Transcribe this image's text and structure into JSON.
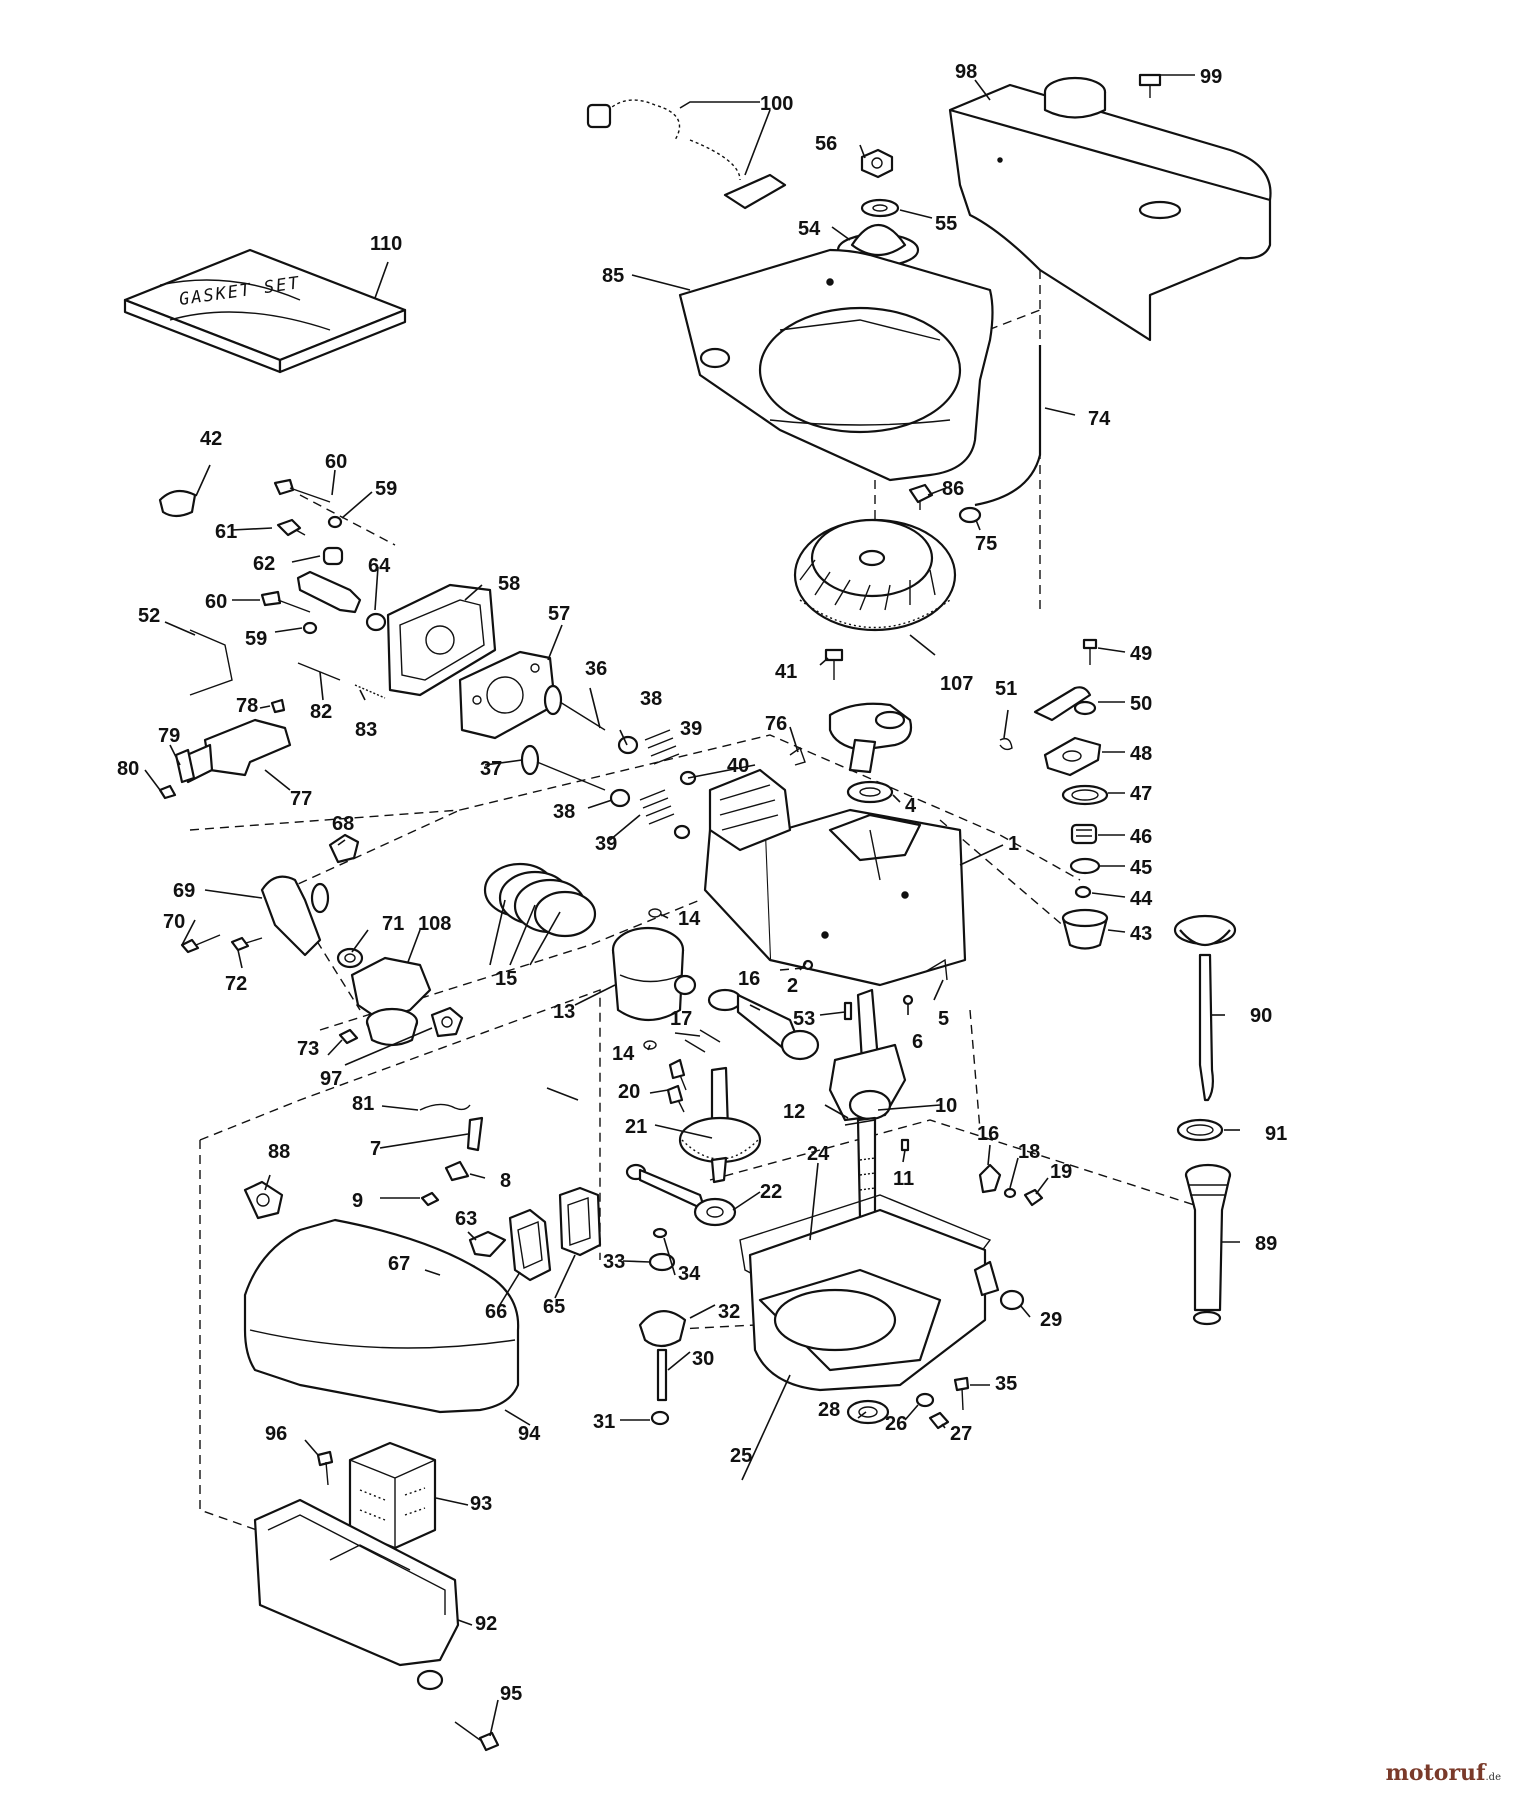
{
  "gasket_set": "GASKET SET",
  "watermark": {
    "brand": "motoruf",
    "tld": ".de"
  },
  "labels": {
    "p1": "1",
    "p2": "2",
    "p4": "4",
    "p5": "5",
    "p6": "6",
    "p7": "7",
    "p8": "8",
    "p9": "9",
    "p10": "10",
    "p11": "11",
    "p12": "12",
    "p13": "13",
    "p14a": "14",
    "p14b": "14",
    "p15": "15",
    "p16a": "16",
    "p16b": "16",
    "p17": "17",
    "p18": "18",
    "p19": "19",
    "p20": "20",
    "p21": "21",
    "p22": "22",
    "p24": "24",
    "p25": "25",
    "p26": "26",
    "p27": "27",
    "p28": "28",
    "p29": "29",
    "p30": "30",
    "p31": "31",
    "p32": "32",
    "p33": "33",
    "p34": "34",
    "p35": "35",
    "p36": "36",
    "p37": "37",
    "p38a": "38",
    "p38b": "38",
    "p39a": "39",
    "p39b": "39",
    "p40": "40",
    "p41": "41",
    "p42": "42",
    "p43": "43",
    "p44": "44",
    "p45": "45",
    "p46": "46",
    "p47": "47",
    "p48": "48",
    "p49": "49",
    "p50": "50",
    "p51": "51",
    "p52": "52",
    "p53": "53",
    "p54": "54",
    "p55": "55",
    "p56": "56",
    "p57": "57",
    "p58": "58",
    "p59a": "59",
    "p59b": "59",
    "p60a": "60",
    "p60b": "60",
    "p61": "61",
    "p62": "62",
    "p63": "63",
    "p64": "64",
    "p65": "65",
    "p66": "66",
    "p67": "67",
    "p68": "68",
    "p69": "69",
    "p70": "70",
    "p71": "71",
    "p72": "72",
    "p73": "73",
    "p74": "74",
    "p75": "75",
    "p76": "76",
    "p77": "77",
    "p78": "78",
    "p79": "79",
    "p80": "80",
    "p81": "81",
    "p82": "82",
    "p83": "83",
    "p85": "85",
    "p86": "86",
    "p88": "88",
    "p89": "89",
    "p90": "90",
    "p91": "91",
    "p92": "92",
    "p93": "93",
    "p94": "94",
    "p95": "95",
    "p96": "96",
    "p97": "97",
    "p98": "98",
    "p99": "99",
    "p100": "100",
    "p107": "107",
    "p108": "108",
    "p110": "110"
  }
}
